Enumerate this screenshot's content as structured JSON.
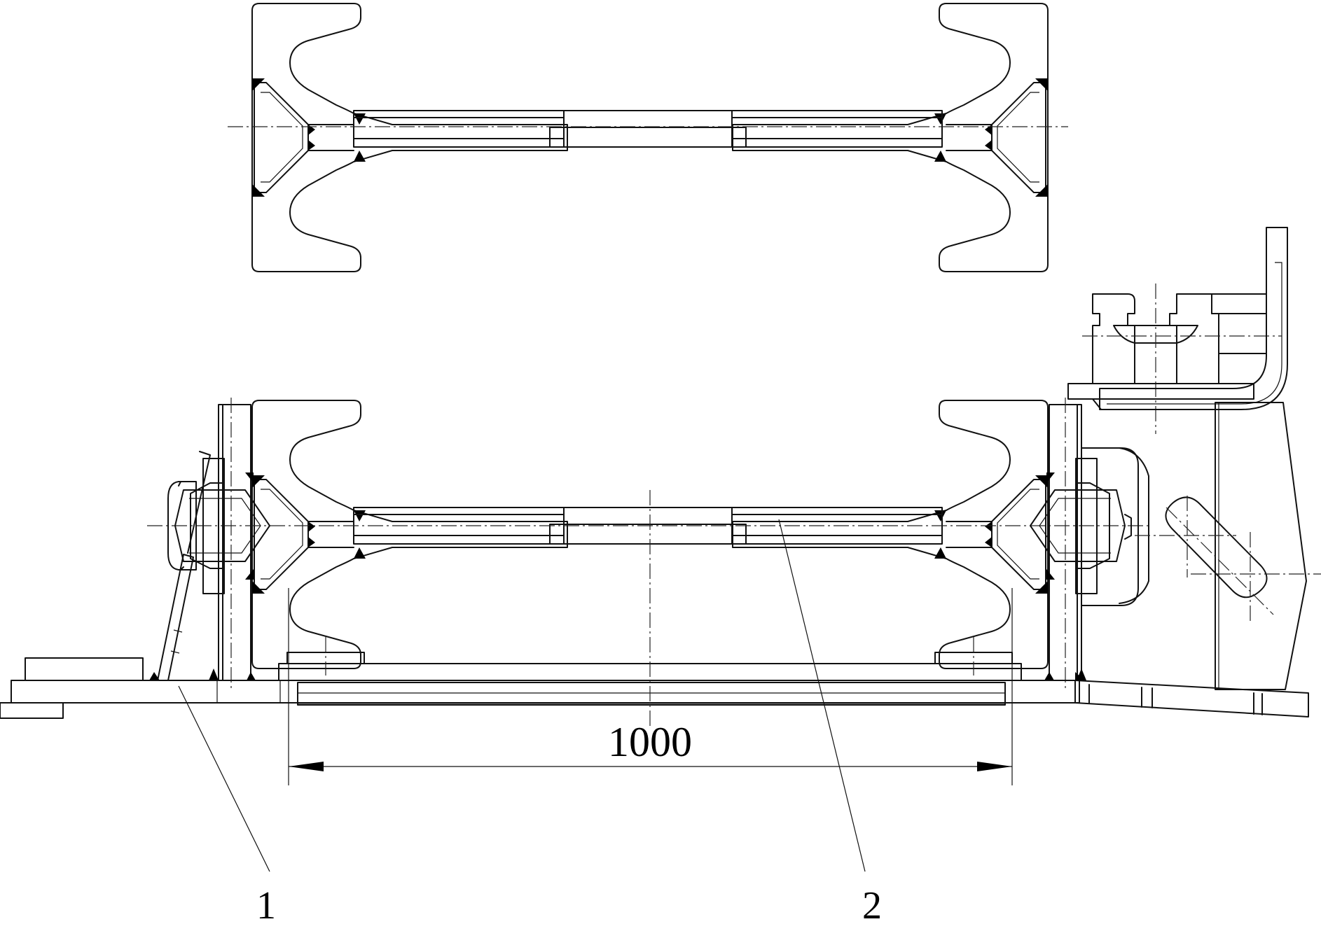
{
  "drawing": {
    "dimension_text": "1000",
    "labels": [
      {
        "id": "part-1",
        "text": "1"
      },
      {
        "id": "part-2",
        "text": "2"
      }
    ]
  }
}
